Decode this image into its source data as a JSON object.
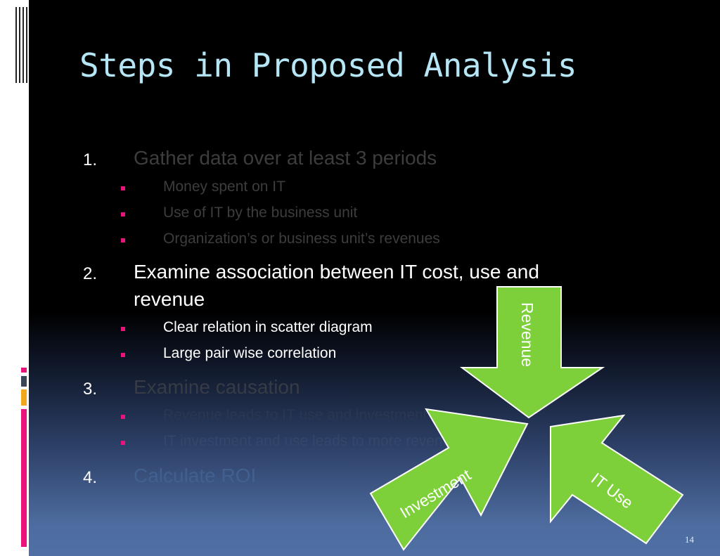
{
  "slide": {
    "title": "Steps in Proposed Analysis",
    "page_number": "14",
    "accent_colors": {
      "title": "#b6e6f6",
      "bullet": "#e8137b",
      "arrow_fill": "#7ed03a",
      "arrow_stroke": "#ffffff"
    },
    "steps": [
      {
        "number": "1.",
        "text": "Gather data over at least 3 periods",
        "active": false,
        "subitems": [
          "Money spent on IT",
          "Use of IT by the business unit",
          "Organization’s or business unit’s revenues"
        ]
      },
      {
        "number": "2.",
        "text_line1": "Examine association between IT cost, use and",
        "text_line2": "revenue",
        "active": true,
        "subitems": [
          "Clear relation in scatter diagram",
          "Large pair wise correlation"
        ]
      },
      {
        "number": "3.",
        "text": "Examine causation",
        "active": false,
        "subitems": [
          "Revenue leads to IT use and investment",
          "IT investment and use leads to more revenue"
        ]
      },
      {
        "number": "4.",
        "text": "Calculate ROI",
        "active": false,
        "subitems": []
      }
    ],
    "diagram": {
      "arrows": [
        {
          "label": "Revenue",
          "direction": "down"
        },
        {
          "label": "Investment",
          "direction": "up-right"
        },
        {
          "label": "IT Use",
          "direction": "up-left"
        }
      ]
    },
    "decorations": {
      "left_bar_colors": [
        "#e8137b",
        "#f0a81c",
        "#3a4658"
      ]
    }
  }
}
